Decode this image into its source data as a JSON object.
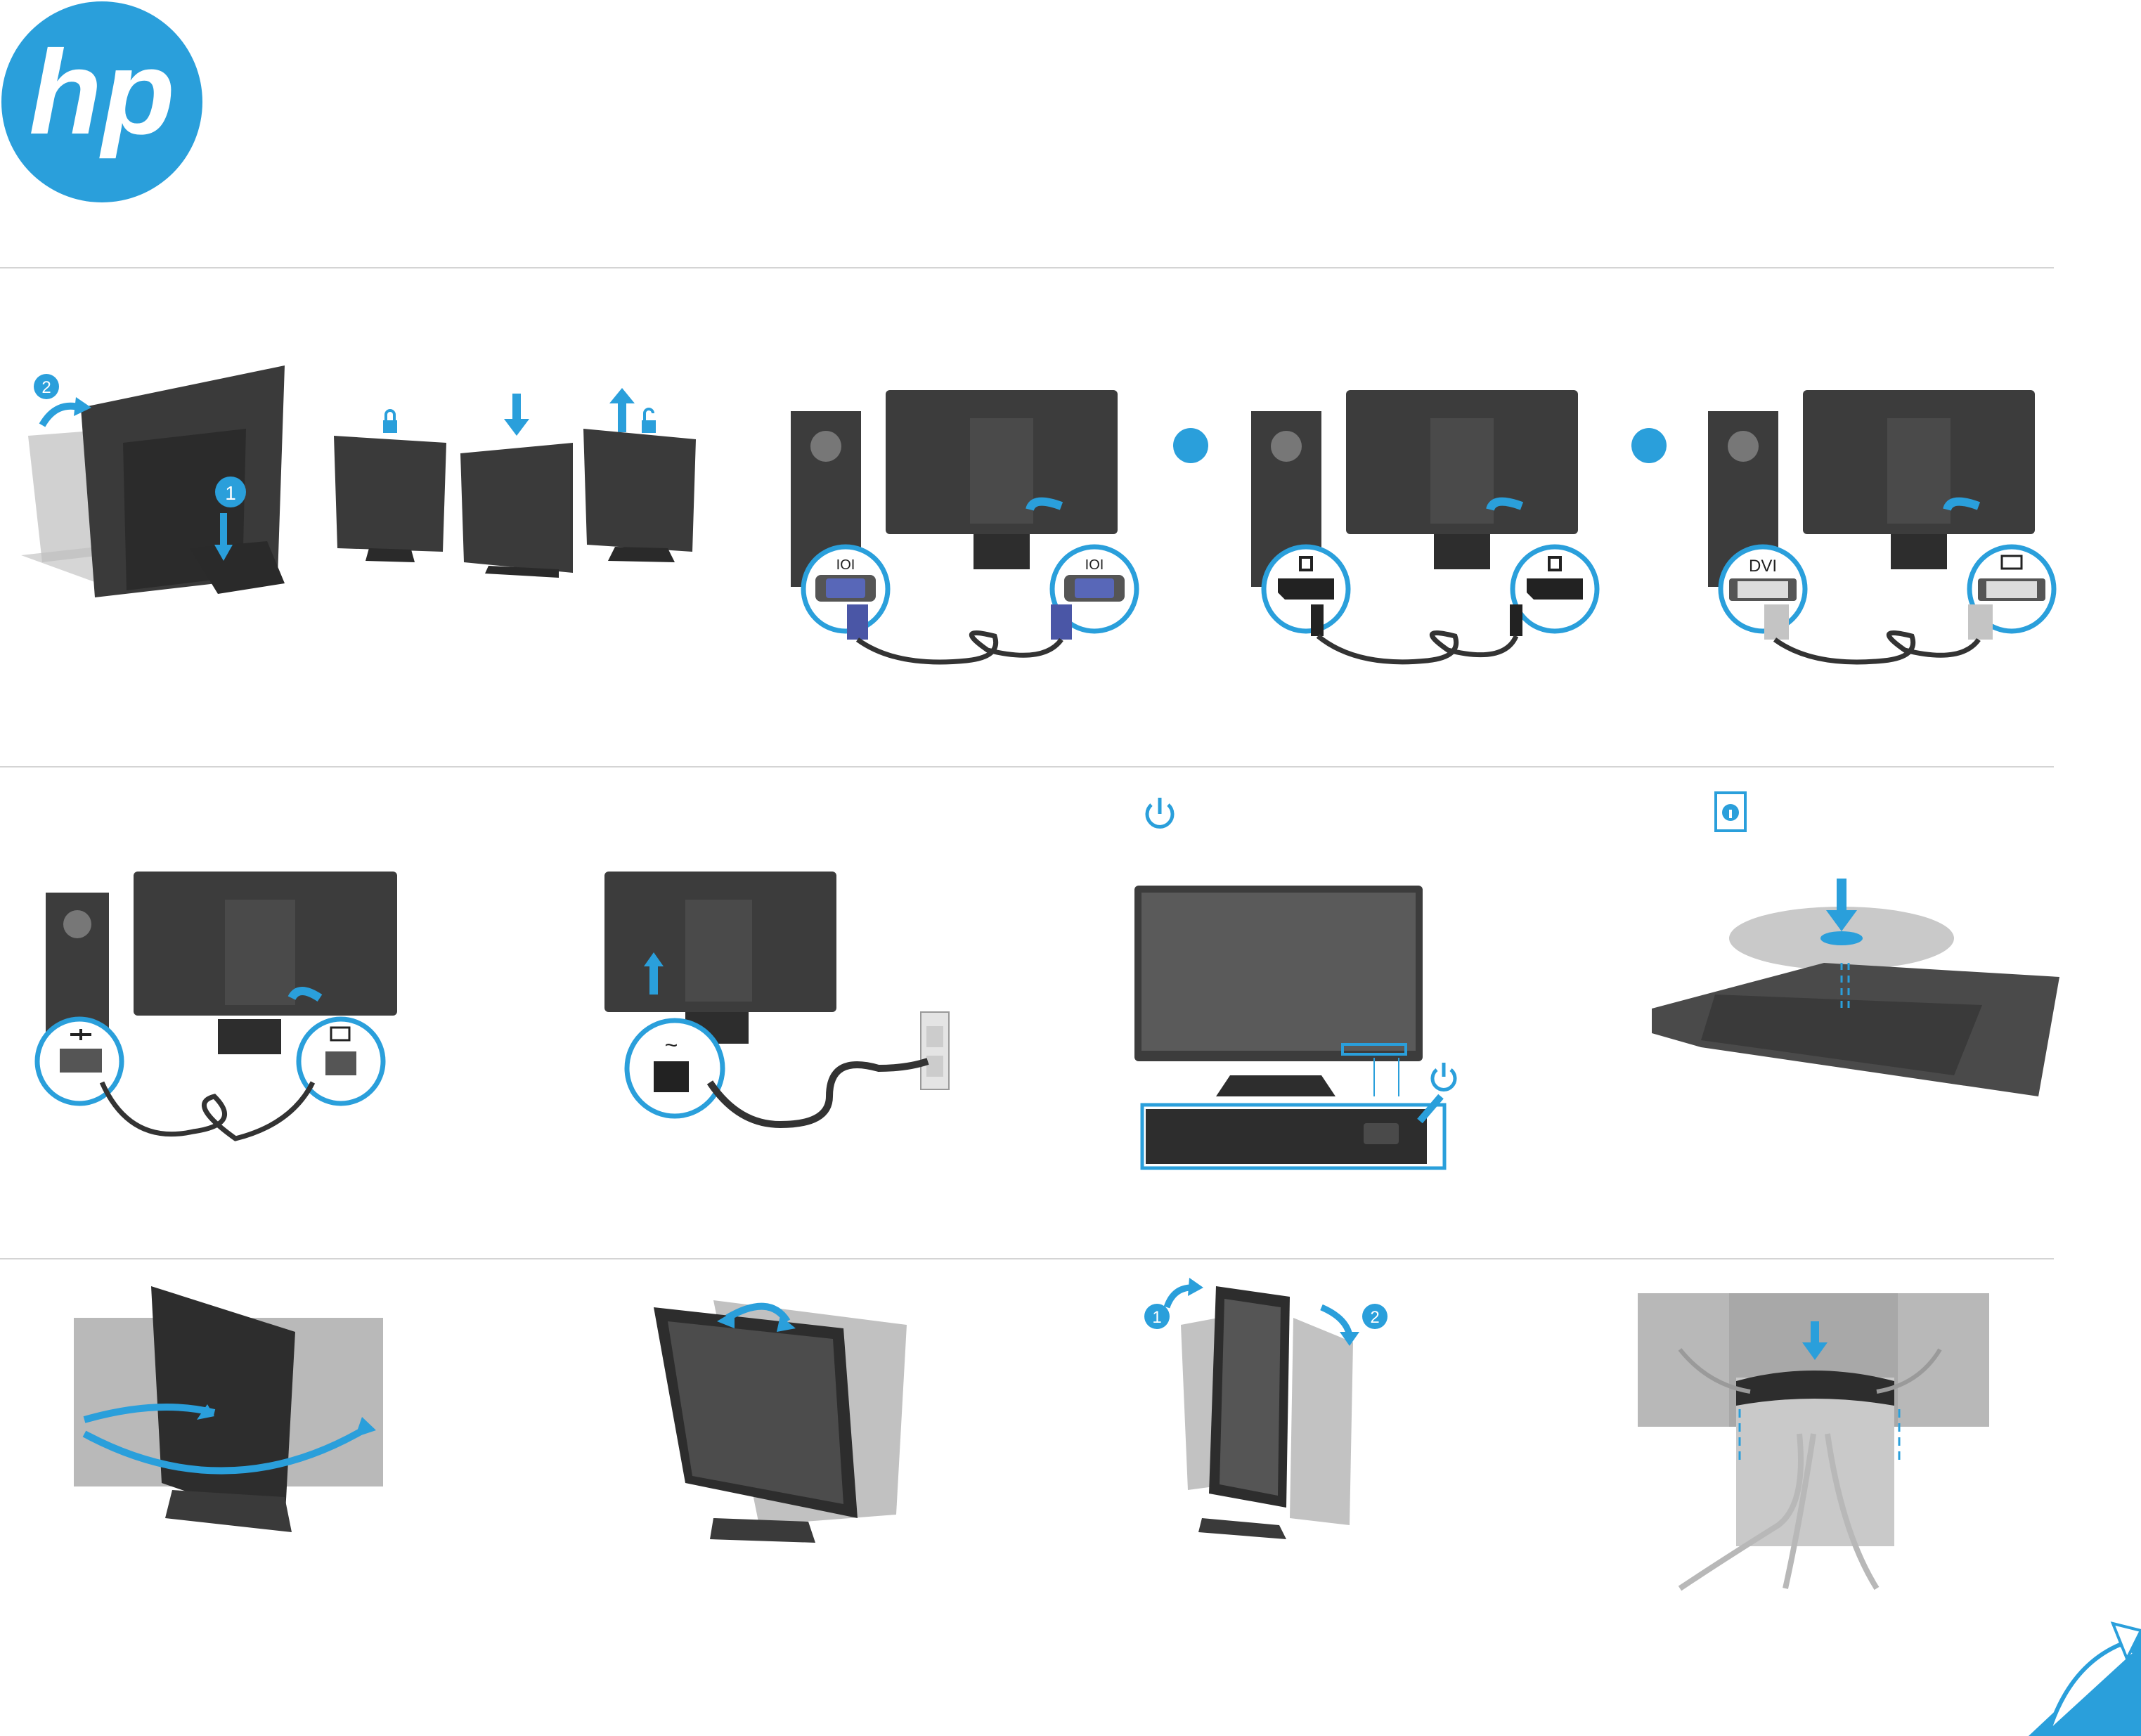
{
  "brand": {
    "logo_text": "hp",
    "accent": "#2a9fdb",
    "ink": "#3c3c3c"
  },
  "connectors": {
    "vga_mark": "IOI",
    "dvi_label": "DVI",
    "ac_symbol": "~"
  },
  "step_badges": [
    "1",
    "2"
  ],
  "icons": [
    "lock-icon",
    "unlock-icon",
    "power-icon",
    "info-icon",
    "usb-icon",
    "computer-icon",
    "page-turn-icon"
  ]
}
